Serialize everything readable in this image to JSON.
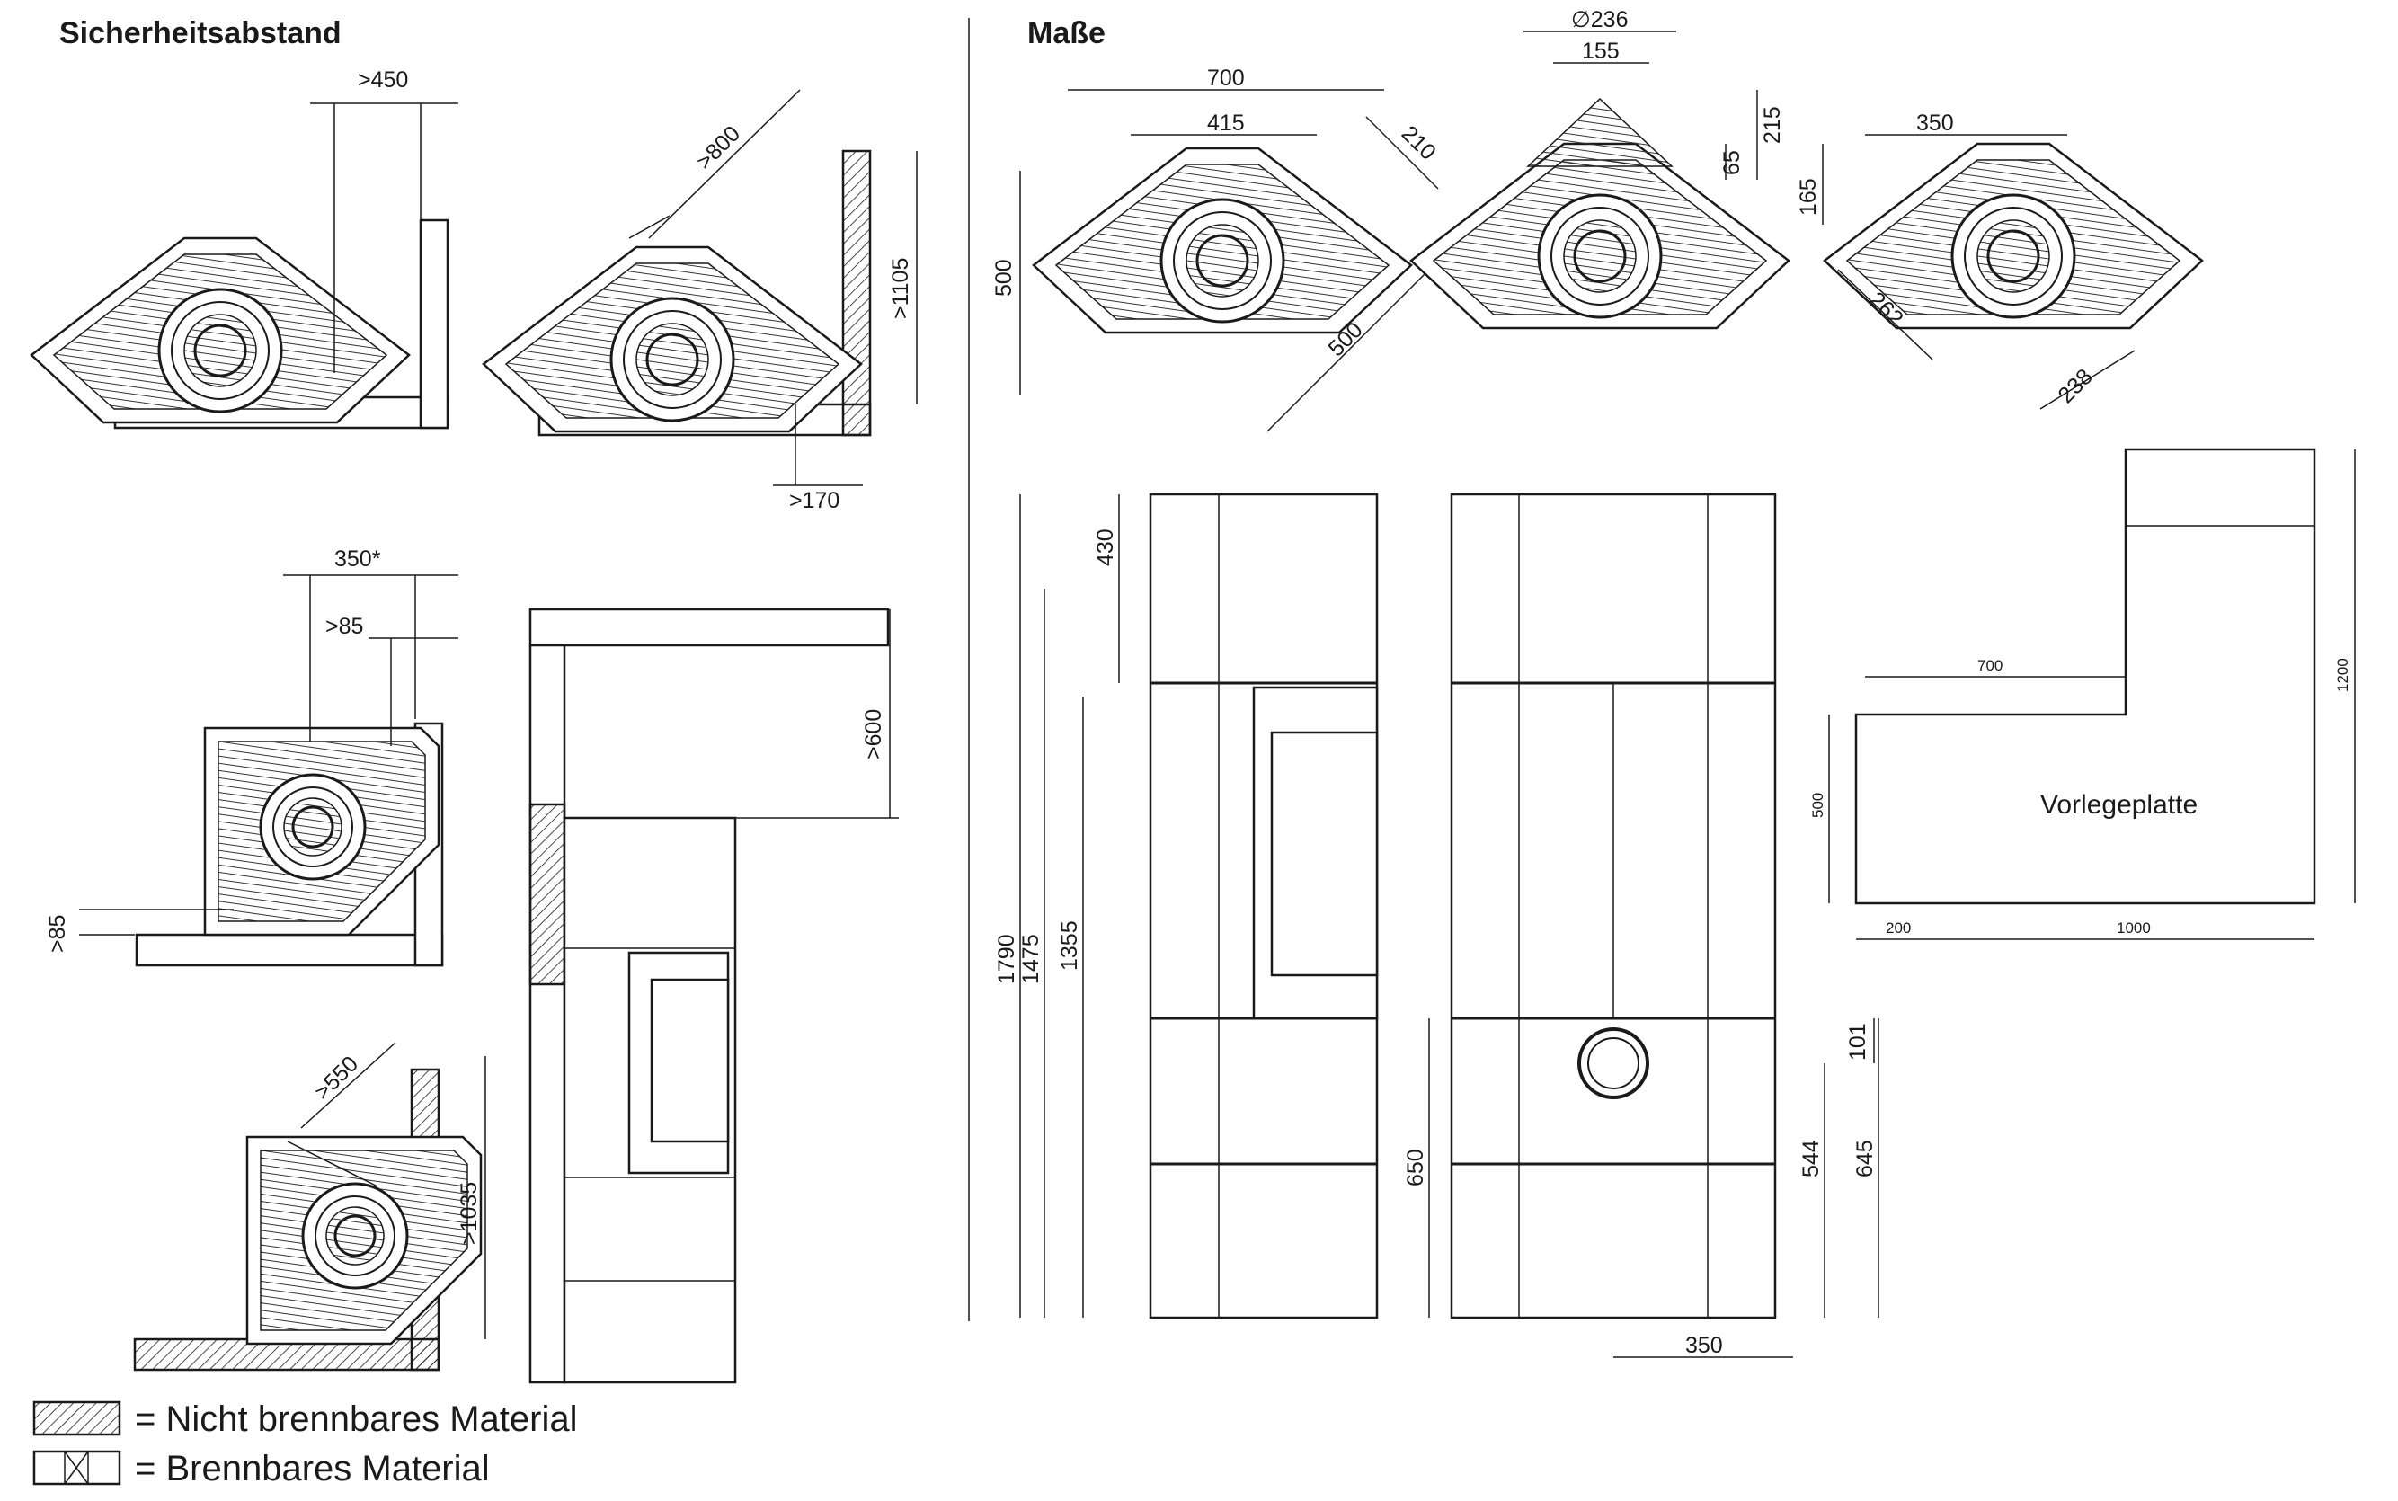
{
  "headings": {
    "safety": "Sicherheitsabstand",
    "dimensions": "Maße"
  },
  "safety_labels": {
    "a": ">450",
    "b": ">800",
    "c": ">1105",
    "d": ">170",
    "e": "350*",
    "f": ">85",
    "g": ">85",
    "h": ">600",
    "i": ">550",
    "j": ">1035"
  },
  "top_view_labels": {
    "w700": "700",
    "w415": "415",
    "d210": "210",
    "h500": "500",
    "s500": "500",
    "dia": "∅236",
    "w155": "155",
    "h215": "215",
    "h65": "65",
    "w350": "350",
    "h165": "165",
    "s262": "262",
    "s238": "238"
  },
  "elevation_labels": {
    "h430": "430",
    "h1790": "1790",
    "h1475": "1475",
    "h1355": "1355",
    "h650": "650",
    "h101": "101",
    "h544": "544",
    "h645": "645",
    "w350": "350"
  },
  "floor_plate": {
    "label": "Vorlegeplatte",
    "w700": "700",
    "h1200": "1200",
    "h500": "500",
    "w200": "200",
    "w1000": "1000"
  },
  "legend": [
    {
      "pattern": "hatched",
      "text": "= Nicht brennbares Material"
    },
    {
      "pattern": "combustible",
      "text": "= Brennbares Material"
    }
  ]
}
